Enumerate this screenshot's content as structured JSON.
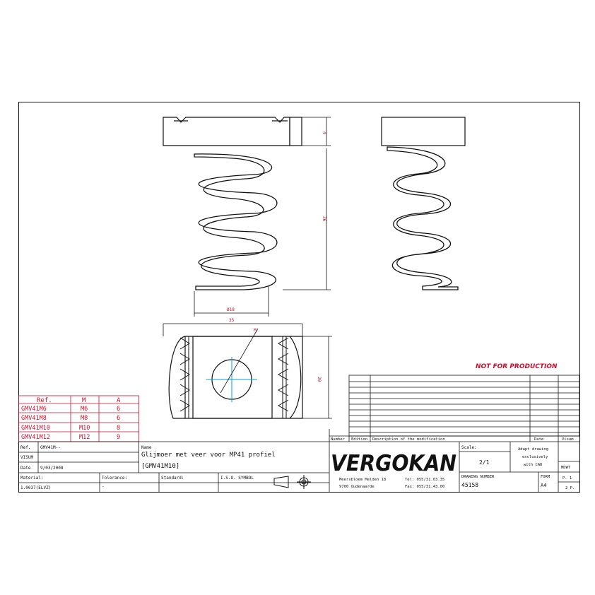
{
  "colors": {
    "line": "#111111",
    "dim": "#c8102e",
    "center": "#00a6d6"
  },
  "notice": "NOT FOR PRODUCTION",
  "dimensions": {
    "nut_thickness": "4",
    "spring_length": "36",
    "spring_diameter": "Ø18",
    "nut_width": "35",
    "nut_depth": "20",
    "thread": "M"
  },
  "ref_table": {
    "headers": [
      "Ref.",
      "M",
      "A"
    ],
    "rows": [
      [
        "GMV41M6",
        "M6",
        "6"
      ],
      [
        "GMV41M8",
        "M8",
        "6"
      ],
      [
        "GMV41M10",
        "M10",
        "8"
      ],
      [
        "GMV41M12",
        "M12",
        "9"
      ]
    ]
  },
  "revision_table": {
    "headers": [
      "Number",
      "Edition",
      "Description of the modification",
      "Date",
      "Visum"
    ]
  },
  "title_block": {
    "ref_label": "Ref.",
    "ref_value": "GMV41M--",
    "visum_label": "VISUM",
    "date_label": "Date",
    "date_value": "9/03/2008",
    "name_label": "Name",
    "name_line1": "Glijmoer met veer voor MP41 profiel",
    "name_line2": "[GMV41M10]",
    "material_label": "Material:",
    "material_value": "1.0037(ELVZ)",
    "tolerance_label": "Tolerance:",
    "tolerance_value": "-",
    "standard_label": "Standard:",
    "symbol_label": "I.S.O. SYMBOL",
    "logo": "VERGOKAN",
    "address1": "Meersbloem Melden 18",
    "address2": "9700 Oudenaarde",
    "tel": "Tel: 055/31.03.35",
    "fax": "Fax: 055/31.43.00",
    "scale_label": "Scale:",
    "scale_value": "2/1",
    "adapt_line1": "Adapt drawing",
    "adapt_line2": "exclusively",
    "adapt_line3": "with CAD",
    "drawing_number_label": "DRAWING NUMBER",
    "drawing_number_value": "45158",
    "form_label": "FORM",
    "form_value": "A4",
    "mdwt_label": "MDWT",
    "page_value": "P. 1",
    "pages_value": "2 P."
  }
}
